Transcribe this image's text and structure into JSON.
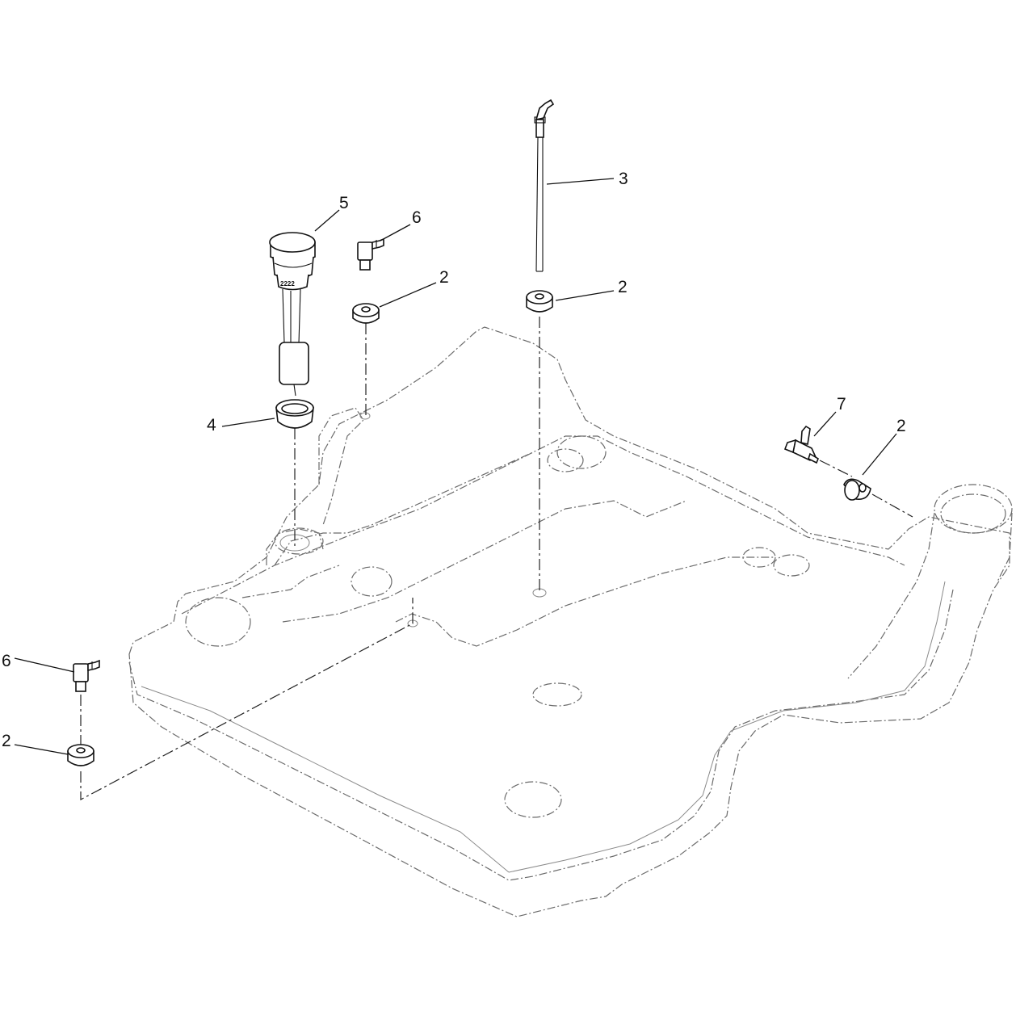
{
  "callouts": [
    {
      "id": "c3",
      "label": "3"
    },
    {
      "id": "c5",
      "label": "5"
    },
    {
      "id": "c6a",
      "label": "6"
    },
    {
      "id": "c2a",
      "label": "2"
    },
    {
      "id": "c2b",
      "label": "2"
    },
    {
      "id": "c4",
      "label": "4"
    },
    {
      "id": "c7",
      "label": "7"
    },
    {
      "id": "c2c",
      "label": "2"
    },
    {
      "id": "c6b",
      "label": "6"
    },
    {
      "id": "c2d",
      "label": "2"
    }
  ],
  "sender_marking": "2222"
}
